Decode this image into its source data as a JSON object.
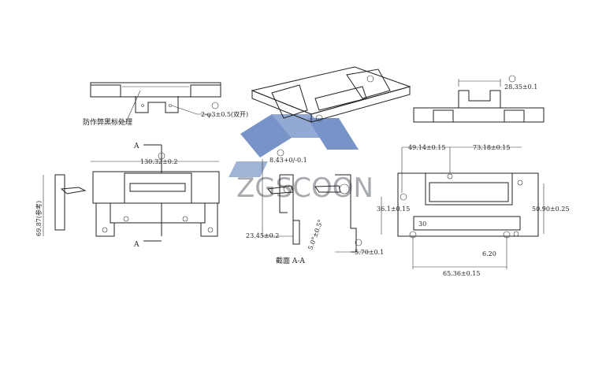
{
  "watermark": {
    "text": "ZGSCOON",
    "color": "#4a6fb5"
  },
  "labels": {
    "anti_cheat_note": "防作弊黑标处理",
    "hole_callout": "2-φ3±0.5(双开)",
    "section_mark_a": "A",
    "section_title": "截面 A-A"
  },
  "dimensions": {
    "width_top": "130.32±0.2",
    "height_left": "69.87(参考)",
    "right_view_depth": "28.35±0.1",
    "section_offset": "8.43+0/-0.1",
    "section_height": "23.45±0.2",
    "angle": "5.0°±0.5°",
    "side_offset": "5.70±0.1",
    "hole_left": "49.14±0.15",
    "hole_right": "73.18±0.15",
    "height_mid": "36.1±0.15",
    "height_right": "50.90±0.25",
    "small_offset": "6.20",
    "hole_span": "65.36±0.15",
    "radius": "30"
  },
  "colors": {
    "line": "#222222",
    "watermark": "#4a6fb5"
  }
}
